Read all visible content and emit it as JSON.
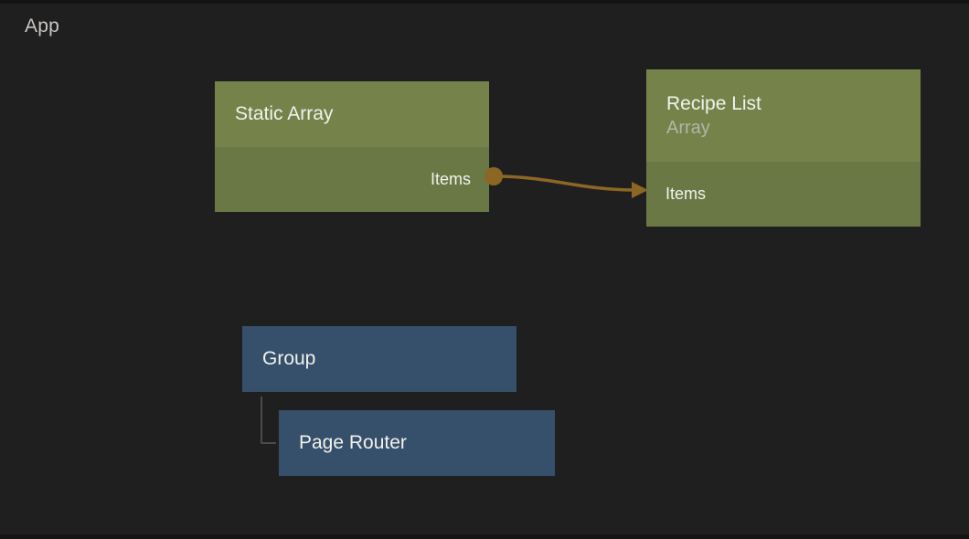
{
  "app_label": "App",
  "colors": {
    "canvas-bg": "#201f1f",
    "canvas-edge": "#151314",
    "node-green-header": "#75834a",
    "node-green-body": "#6a7845",
    "node-blue": "#36506b",
    "wire": "#8c6724",
    "tree-line": "#4b4b4b",
    "title-text": "#f2f1ee",
    "subtitle-text": "#b2b6a7",
    "app-text": "#c8c6c3"
  },
  "nodes": {
    "static_array": {
      "title": "Static Array",
      "output_port": "Items"
    },
    "recipe_list": {
      "title": "Recipe List",
      "subtitle": "Array",
      "input_port": "Items"
    },
    "group": {
      "title": "Group"
    },
    "page_router": {
      "title": "Page Router"
    }
  },
  "connection": {
    "from_node": "Static Array",
    "from_port": "Items",
    "to_node": "Recipe List",
    "to_port": "Items"
  }
}
